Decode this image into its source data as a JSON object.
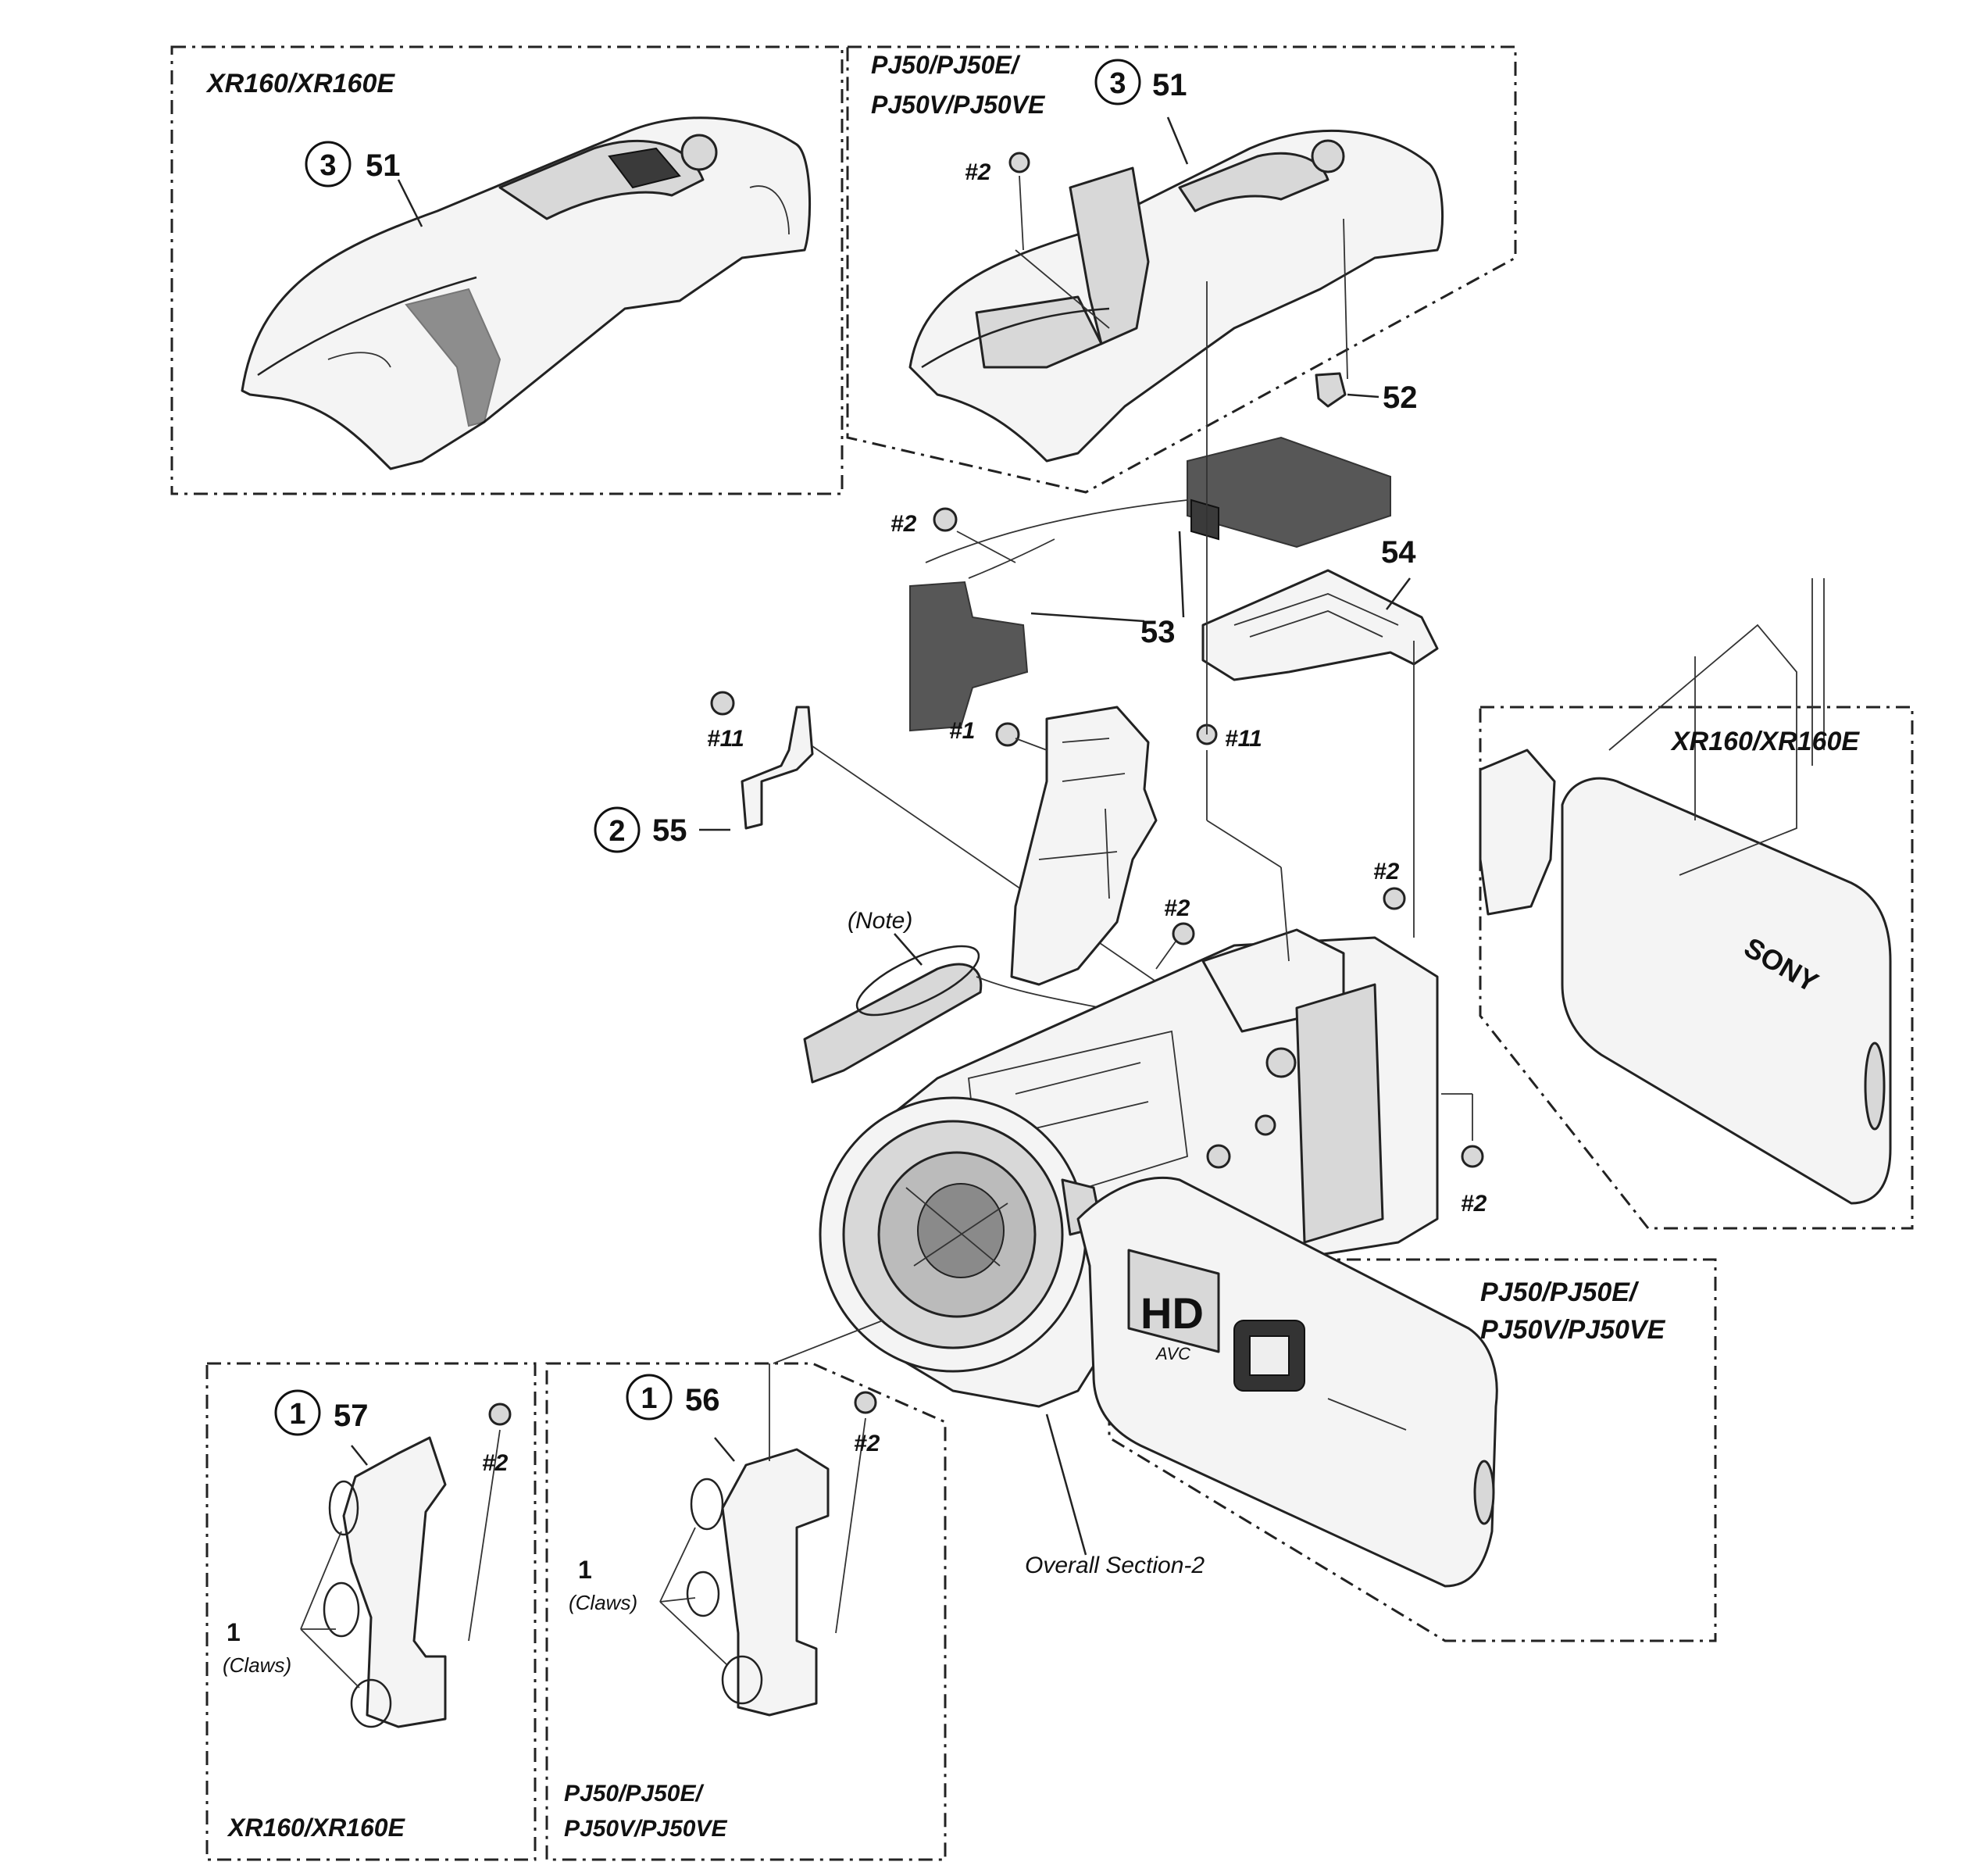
{
  "models": {
    "xr": "XR160/XR160E",
    "pj_line1": "PJ50/PJ50E/",
    "pj_line2": "PJ50V/PJ50VE"
  },
  "callouts": {
    "c1": "1",
    "c2": "2",
    "c3": "3"
  },
  "parts": {
    "p51": "51",
    "p52": "52",
    "p53": "53",
    "p54": "54",
    "p55": "55",
    "p56": "56",
    "p57": "57"
  },
  "screws": {
    "s1": "#1",
    "s2": "#2",
    "s11": "#11"
  },
  "annotations": {
    "note": "(Note)",
    "overall": "Overall Section-2",
    "claws_num": "1",
    "claws": "(Claws)"
  },
  "brand": {
    "logo": "SONY",
    "hd": "HD",
    "avc": "AVC"
  }
}
